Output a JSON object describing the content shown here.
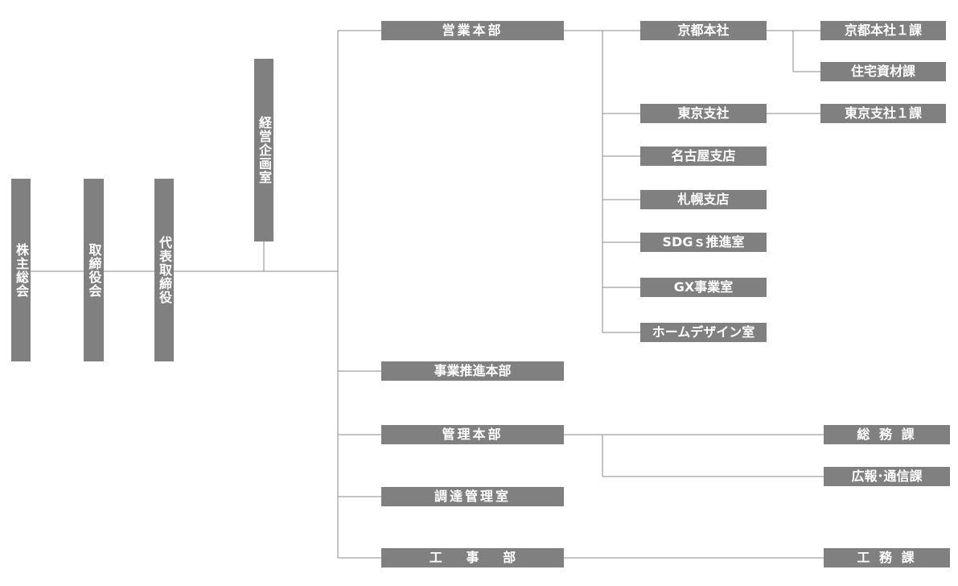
{
  "org": {
    "shareholders": "株主総会",
    "board": "取締役会",
    "ceo": "代表取締役",
    "planning": "経営企画室",
    "sales_hq": "営業本部",
    "kyoto_head_office": "京都本社",
    "kyoto_section1": "京都本社１課",
    "housing_materials": "住宅資材課",
    "tokyo_branch": "東京支社",
    "tokyo_section1": "東京支社１課",
    "nagoya_branch": "名古屋支店",
    "sapporo_branch": "札幌支店",
    "sdgs_office": "SDGｓ推進室",
    "gx_office": "GX事業室",
    "home_design_office": "ホームデザイン室",
    "business_promotion_hq": "事業推進本部",
    "admin_hq": "管理本部",
    "general_affairs": "総 務 課",
    "pr_communications": "広報･通信課",
    "procurement": "調達管理室",
    "construction_dept": "工 事 部",
    "construction_section": "工 務 課"
  }
}
